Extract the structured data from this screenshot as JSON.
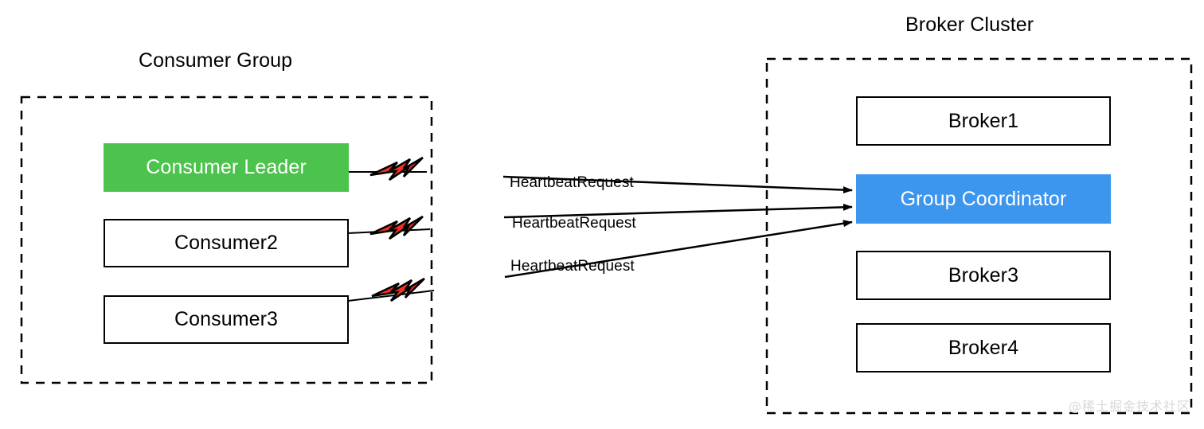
{
  "diagram": {
    "title_left": "Consumer Group",
    "title_right": "Broker Cluster",
    "watermark": "@稀土掘金技术社区",
    "colors": {
      "leader_fill": "#4CC34C",
      "coordinator_fill": "#3D96EE",
      "bolt_fill": "#EE3124",
      "bolt_stroke": "#000000",
      "box_stroke": "#000000",
      "background": "#FFFFFF",
      "watermark_color": "#D8D8D8"
    },
    "consumer_group": {
      "label": "Consumer Group",
      "nodes": [
        {
          "label": "Consumer Leader",
          "style": "green"
        },
        {
          "label": "Consumer2",
          "style": "plain"
        },
        {
          "label": "Consumer3",
          "style": "plain"
        }
      ]
    },
    "broker_cluster": {
      "label": "Broker Cluster",
      "nodes": [
        {
          "label": "Broker1",
          "style": "plain"
        },
        {
          "label": "Group Coordinator",
          "style": "blue"
        },
        {
          "label": "Broker3",
          "style": "plain"
        },
        {
          "label": "Broker4",
          "style": "plain"
        }
      ]
    },
    "edges": [
      {
        "label": "HeartbeatRequest",
        "from": "Consumer Leader",
        "to": "Group Coordinator",
        "icon": "lightning-bolt-icon"
      },
      {
        "label": "HeartbeatRequest",
        "from": "Consumer2",
        "to": "Group Coordinator",
        "icon": "lightning-bolt-icon"
      },
      {
        "label": "HeartbeatRequest",
        "from": "Consumer3",
        "to": "Group Coordinator",
        "icon": "lightning-bolt-icon"
      }
    ]
  }
}
